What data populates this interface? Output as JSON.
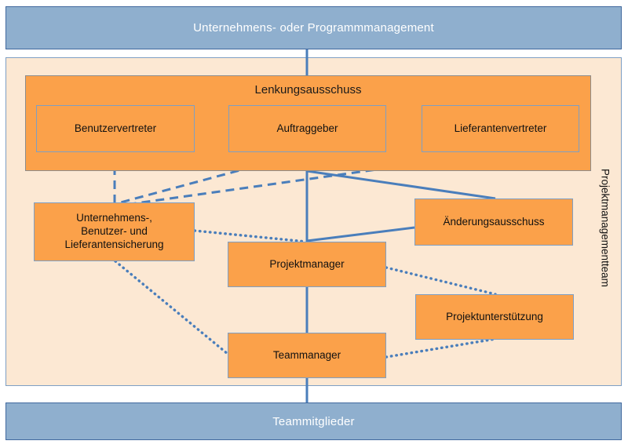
{
  "diagram": {
    "title_top": "Unternehmens- oder Programmmanagement",
    "title_bottom": "Teammitglieder",
    "side_label": "Projektmanagementteam",
    "group_title": "Lenkungsausschuss",
    "nodes": {
      "benutzervertreter": "Benutzervertreter",
      "auftraggeber": "Auftraggeber",
      "lieferantenvertreter": "Lieferantenvertreter",
      "sicherung": "Unternehmens-,\nBenutzer- und\nLieferantensicherung",
      "projektmanager": "Projektmanager",
      "aenderungsausschuss": "Änderungsausschuss",
      "projektunterstuetzung": "Projektunterstützung",
      "teammanager": "Teammanager"
    },
    "colors": {
      "band_fill": "#8FAFCE",
      "band_border": "#41699E",
      "band_text": "#FFFFFF",
      "frame_fill": "#FCE8D3",
      "frame_border": "#7E9FC4",
      "box_fill": "#FBA14A",
      "box_border": "#7E9FC4",
      "group_border": "#8C8C8C",
      "connector": "#4A7EBB",
      "text": "#111111"
    },
    "connectors": [
      {
        "name": "top-band-to-frame",
        "style": "solid"
      },
      {
        "name": "auftraggeber-to-projektmanager",
        "style": "solid"
      },
      {
        "name": "projektmanager-to-teammanager",
        "style": "solid"
      },
      {
        "name": "teammanager-to-bottom-band",
        "style": "solid"
      },
      {
        "name": "junction-to-aenderungsausschuss-upper",
        "style": "solid"
      },
      {
        "name": "junction-to-aenderungsausschuss-lower",
        "style": "solid"
      },
      {
        "name": "benutzervertreter-to-sicherung",
        "style": "dashed"
      },
      {
        "name": "auftraggeber-to-sicherung",
        "style": "dashed"
      },
      {
        "name": "lieferantenvertreter-to-sicherung",
        "style": "dashed"
      },
      {
        "name": "sicherung-to-projektmanager",
        "style": "dotted"
      },
      {
        "name": "sicherung-to-teammanager",
        "style": "dotted"
      },
      {
        "name": "projektmanager-to-projektunterstuetzung",
        "style": "dotted"
      },
      {
        "name": "teammanager-to-projektunterstuetzung",
        "style": "dotted"
      }
    ]
  }
}
